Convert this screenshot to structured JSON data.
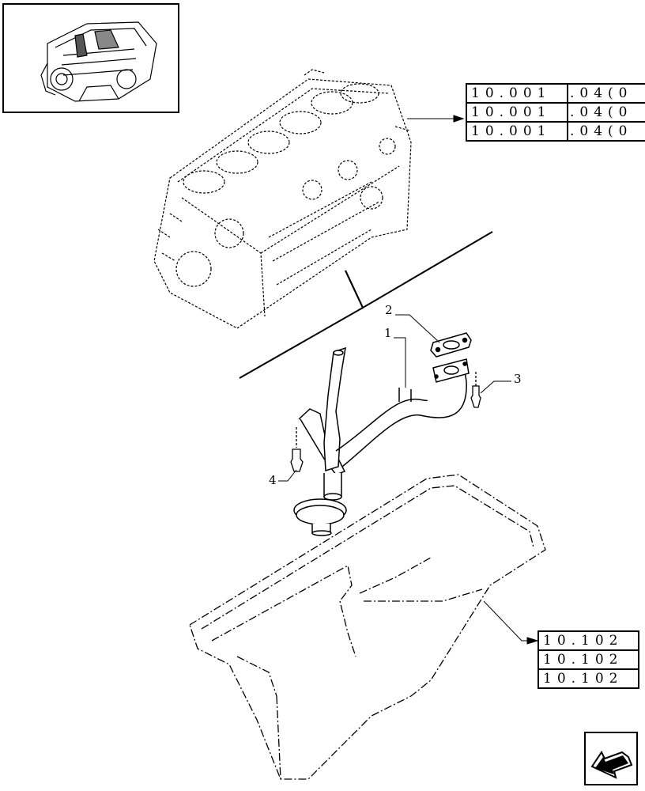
{
  "callouts": [
    {
      "id": "1",
      "label": "1"
    },
    {
      "id": "2",
      "label": "2"
    },
    {
      "id": "3",
      "label": "3"
    },
    {
      "id": "4",
      "label": "4"
    }
  ],
  "top_refs": [
    {
      "code": "10.001",
      "suffix": ".04(0"
    },
    {
      "code": "10.001",
      "suffix": ".04(0"
    },
    {
      "code": "10.001",
      "suffix": ".04(0"
    }
  ],
  "bottom_refs": [
    {
      "code": "10.102"
    },
    {
      "code": "10.102"
    },
    {
      "code": "10.102"
    }
  ],
  "icons": {
    "thumbnail": "engine-thumbnail-icon",
    "navigate": "next-page-arrow-icon"
  }
}
